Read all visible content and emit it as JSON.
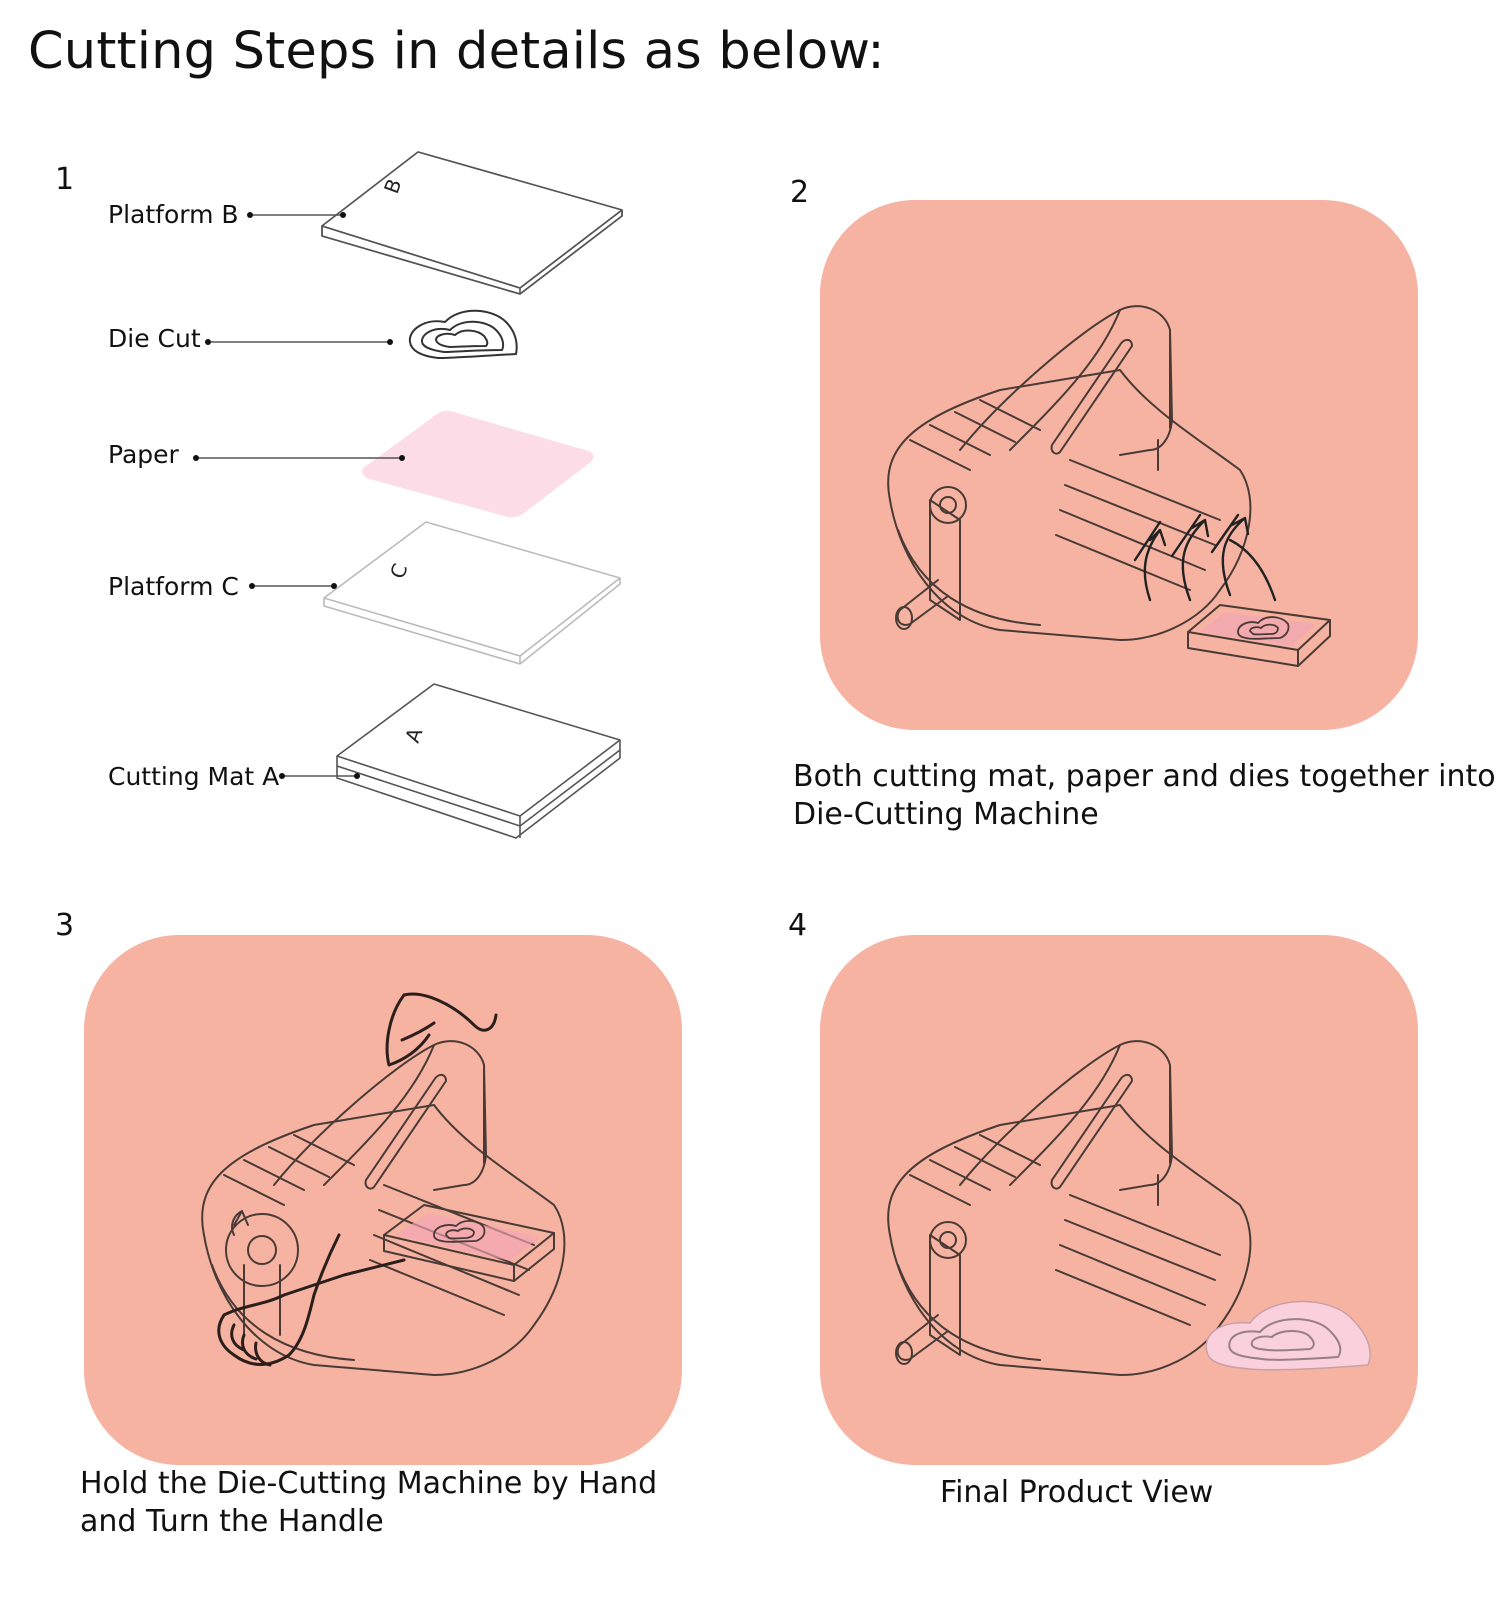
{
  "page": {
    "title": "Cutting Steps in details as below:"
  },
  "step1": {
    "number": "1",
    "labels": {
      "platform_b": "Platform B",
      "die_cut": "Die Cut",
      "paper": "Paper",
      "platform_c": "Platform C",
      "cutting_mat_a": "Cutting Mat A"
    },
    "plate_letters": {
      "b": "B",
      "c": "C",
      "a": "A"
    }
  },
  "step2": {
    "number": "2",
    "caption_line1": "Both cutting mat, paper and dies together into",
    "caption_line2": "Die-Cutting Machine"
  },
  "step3": {
    "number": "3",
    "caption_line1": "Hold the Die-Cutting Machine by Hand",
    "caption_line2": "and Turn the Handle"
  },
  "step4": {
    "number": "4",
    "caption": "Final Product View"
  },
  "colors": {
    "panel": "#f6b3a2",
    "paper": "#fcdce6",
    "line": "#3a3a3a"
  }
}
